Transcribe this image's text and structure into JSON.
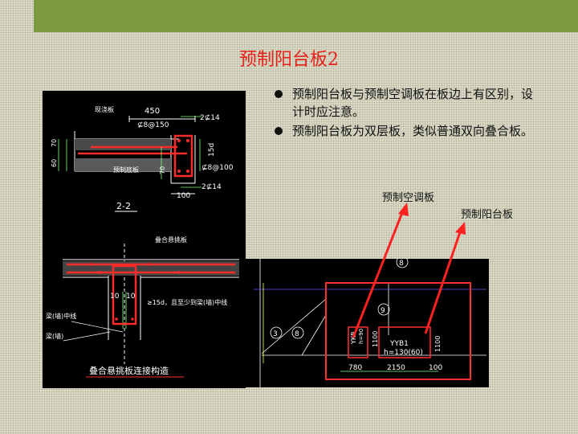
{
  "slide": {
    "title": "预制阳台板2",
    "bullets": [
      "预制阳台板与预制空调板在板边上有区别，设计时应注意。",
      "预制阳台板为双层板，类似普通双向叠合板。"
    ],
    "callouts": {
      "aircon_slab": "预制空调板",
      "balcony_slab": "预制阳台板"
    },
    "colors": {
      "title": "#e8201a",
      "header_bar": "#7b9a3e",
      "arrow": "#ff2020",
      "cad_bg": "#000000"
    }
  },
  "drawing_left": {
    "label_cast_slab": "现浇板",
    "dim_450": "450",
    "rebar_top": "2⊈14",
    "rebar_dist": "⊈8@150",
    "dim_70": "70",
    "dim_60": "60",
    "dim_15d": "15d",
    "label_precast_bottom": "预制底板",
    "dim_70b": "70",
    "rebar_stirrup": "⊈8@100",
    "dim_100": "100",
    "rebar_bottom": "2⊈14",
    "section_label": "2-2",
    "label_cantilever_top": "叠合悬挑板",
    "dim_10a": "10",
    "dim_10b": "10",
    "anchor_note": "≥15d，且至少到梁(墙)中线",
    "label_beam_center": "梁(墙)中线",
    "label_beam": "梁(墙)",
    "caption": "叠合悬挑板连接构造"
  },
  "drawing_right": {
    "circle_8_top": "8",
    "circle_9": "9",
    "circle_3": "3",
    "circle_8_side": "8",
    "ykb_label": "YKB",
    "ykb_sub": "h=90",
    "dim_1100_a": "1100",
    "yyb_label": "YYB1",
    "yyb_sub": "h=130(60)",
    "dim_1100_b": "1100",
    "dim_780": "780",
    "dim_2150": "2150",
    "dim_100": "100"
  }
}
